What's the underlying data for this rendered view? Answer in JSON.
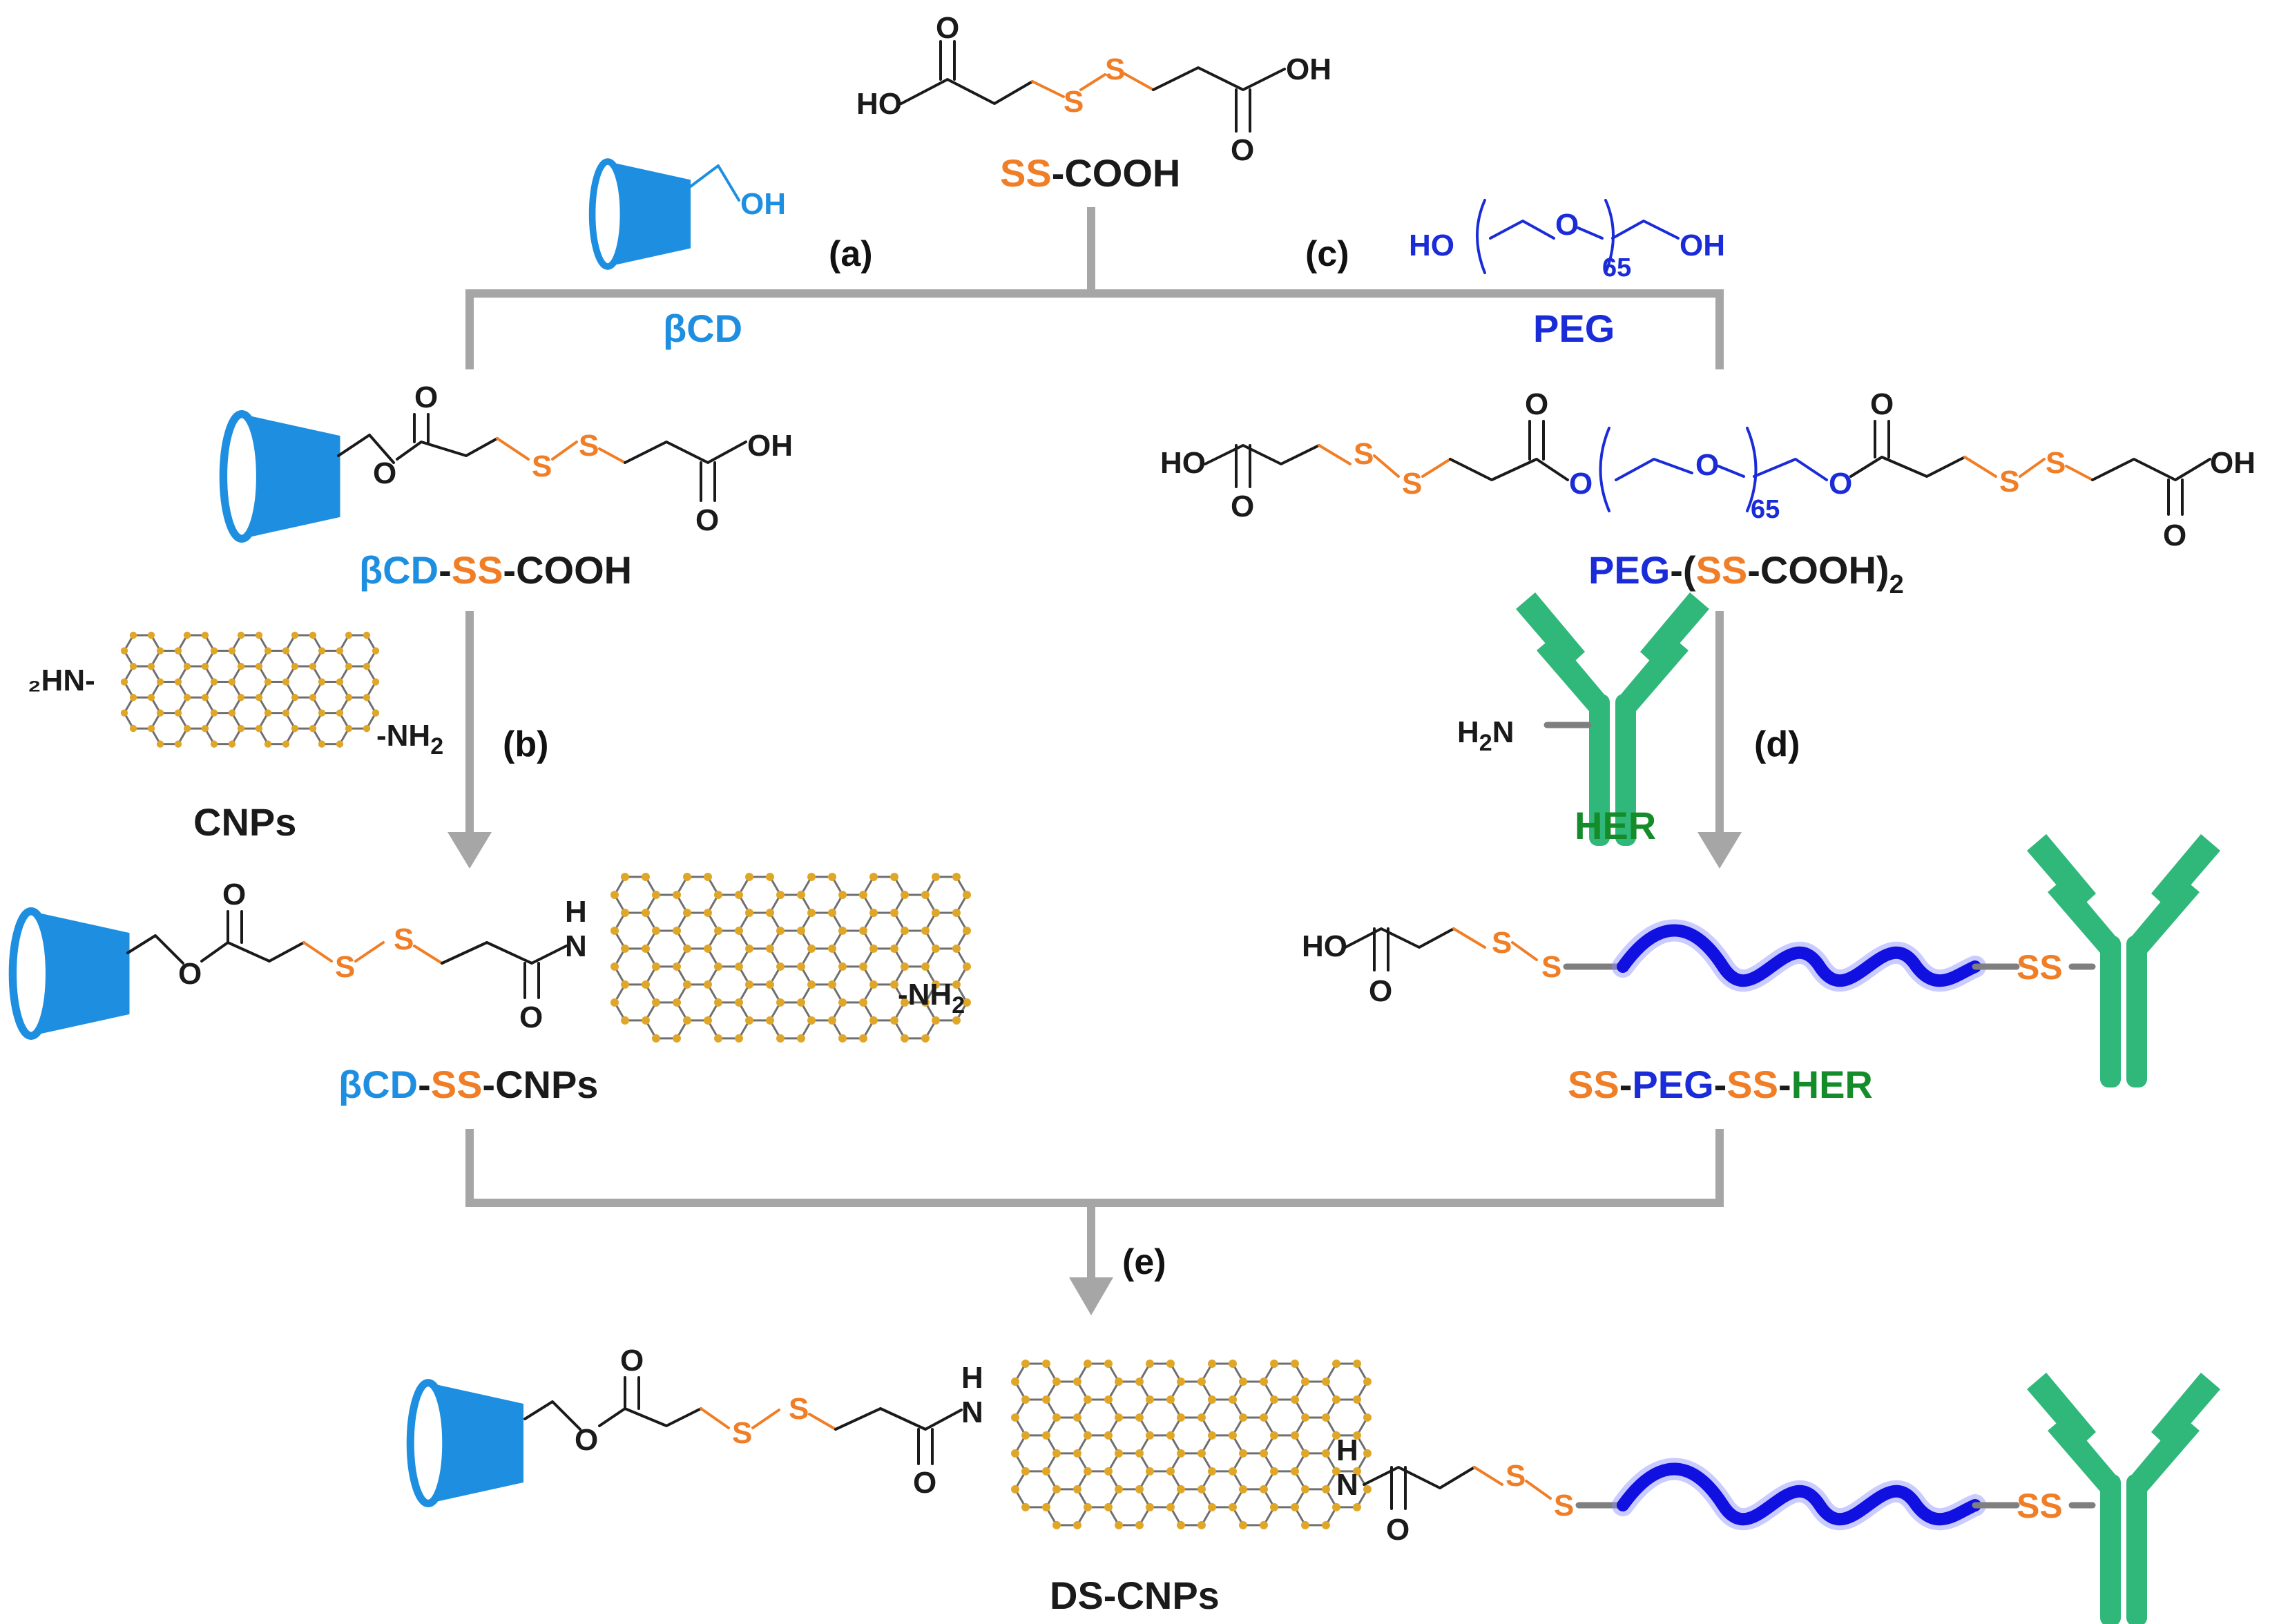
{
  "colors": {
    "disulfide": "#f07e26",
    "cyclodextrin": "#1e8fe0",
    "peg": "#1a2bd8",
    "antibody": "#2fb87a",
    "antibody_label": "#158c2a",
    "nanoparticle_node": "#e0a628",
    "nanoparticle_bond": "#6f6f6f",
    "arrow": "#a6a6a6",
    "text": "#1a1a1a"
  },
  "icons": {
    "cyclodextrin": "cyclodextrin-cup-icon",
    "nanoparticle": "graphene-lattice-icon",
    "antibody": "antibody-y-icon",
    "peg_chain": "peg-wave-icon"
  },
  "atoms": {
    "oxygen": "O",
    "hydroxyl_left": "HO",
    "hydroxyl_right": "OH",
    "sulfur": "S",
    "amide_n": "H",
    "amide_n2": "N",
    "disulfide": "SS",
    "amine_left": "₂HN-",
    "amine_right_main": "-NH",
    "amine_right_sub": "2",
    "h2n_main": "H",
    "h2n_sub": "2",
    "h2n_tail": "N",
    "peg_repeat": "65"
  },
  "labels": {
    "ss_cooh": {
      "ss": "SS",
      "cooh": "-COOH"
    },
    "bcd": "βCD",
    "peg": "PEG",
    "bcd_ss_cooh": {
      "bcd": "βCD",
      "dash1": "-",
      "ss": "SS",
      "cooh": "-COOH"
    },
    "peg_ss_cooh2": {
      "peg": "PEG",
      "open": "-(",
      "ss": "SS",
      "cooh": "-COOH)",
      "sub": "2"
    },
    "cnps": "CNPs",
    "her": "HER",
    "bcd_ss_cnps": {
      "bcd": "βCD",
      "dash1": "-",
      "ss": "SS",
      "cnps": "-CNPs"
    },
    "ss_peg_ss_her": {
      "ss1": "SS",
      "dash1": "-",
      "peg": "PEG",
      "dash2": "-",
      "ss2": "SS",
      "dash3": "-",
      "her": "HER"
    },
    "ds_cnps": "DS-CNPs"
  },
  "steps": {
    "a": "(a)",
    "b": "(b)",
    "c": "(c)",
    "d": "(d)",
    "e": "(e)"
  }
}
